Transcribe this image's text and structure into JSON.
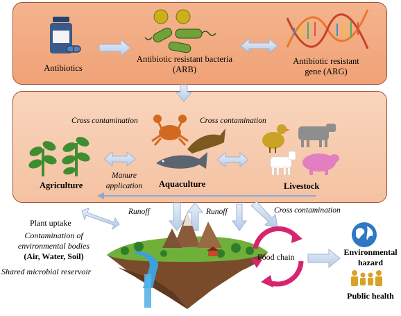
{
  "top_panel": {
    "antibiotics": "Antibiotics",
    "arb_line1": "Antibiotic resistant bacteria",
    "arb_line2": "(ARB)",
    "arg_line1": "Antibiotic resistant",
    "arg_line2": "gene (ARG)"
  },
  "middle_panel": {
    "cross_contamination_left": "Cross contamination",
    "cross_contamination_right": "Cross contamination",
    "agriculture": "Agriculture",
    "manure_line1": "Manure",
    "manure_line2": "application",
    "aquaculture": "Aquaculture",
    "livestock": "Livestock"
  },
  "bottom_panel": {
    "runoff_left": "Runoff",
    "runoff_right": "Runoff",
    "cross_contamination": "Cross contamination",
    "plant_uptake": "Plant uptake",
    "contamination_line1": "Contamination of",
    "contamination_line2": "environmental bodies",
    "contamination_line3": "(Air, Water, Soil)",
    "shared_reservoir": "Shared microbial reservoir",
    "food_chain": "Food chain",
    "environmental_line1": "Environmental",
    "environmental_line2": "hazard",
    "public_health": "Public health"
  },
  "colors": {
    "top_panel_fill": "#f3ad85",
    "middle_panel_fill": "#f8cfb4",
    "arrow_fill": "#c9daf0",
    "food_chain_arrow": "#d6246e",
    "plant_green": "#3e8e2f",
    "crab_orange": "#d2691e",
    "globe_blue": "#2f78c4",
    "people_gold": "#d9a227"
  }
}
